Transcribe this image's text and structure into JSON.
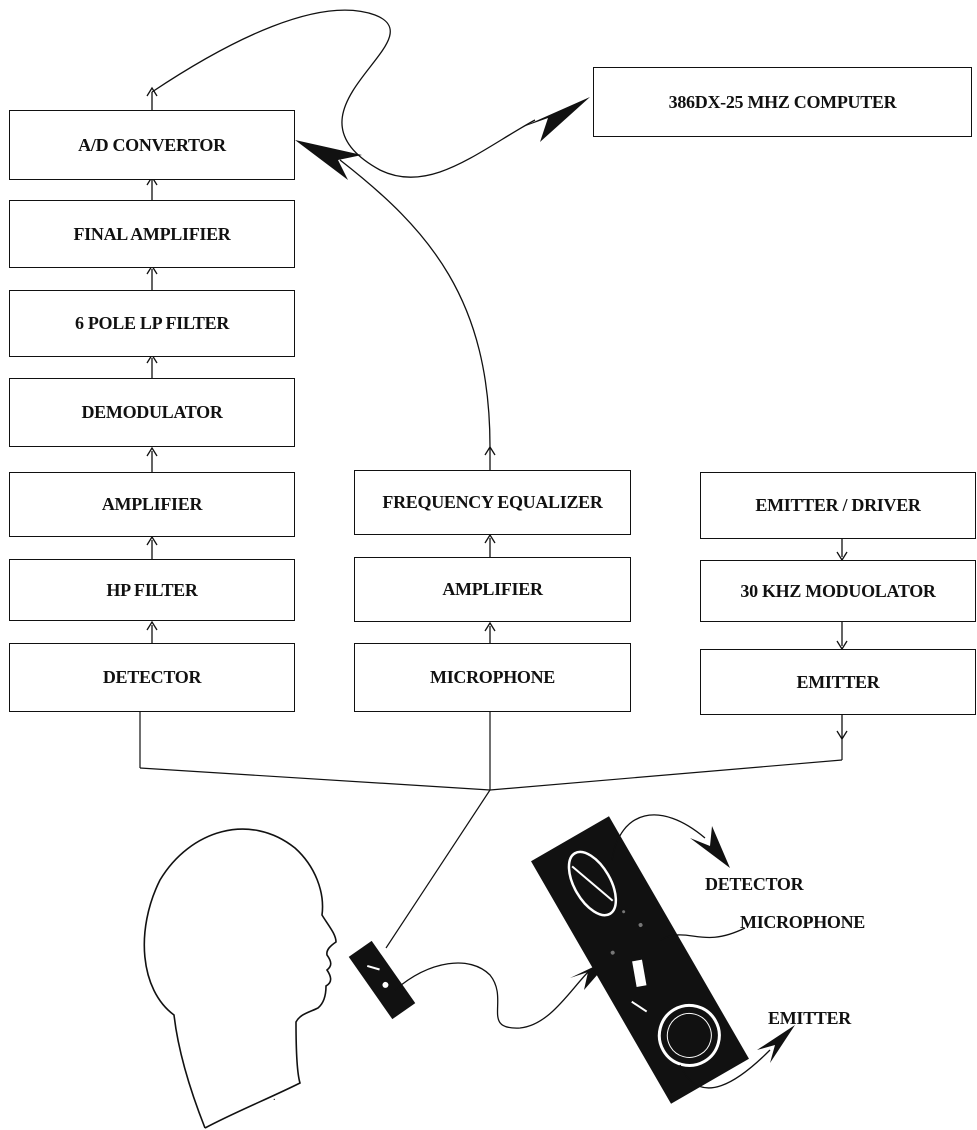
{
  "colors": {
    "ink": "#111111",
    "background": "#ffffff"
  },
  "blocks": {
    "computer": "386DX-25 MHZ COMPUTER",
    "ad_convertor": "A/D CONVERTOR",
    "final_amplifier": "FINAL AMPLIFIER",
    "lp_filter": "6 POLE LP FILTER",
    "demodulator": "DEMODULATOR",
    "amplifier_left": "AMPLIFIER",
    "hp_filter": "HP FILTER",
    "detector": "DETECTOR",
    "frequency_equalizer": "FREQUENCY EQUALIZER",
    "amplifier_mid": "AMPLIFIER",
    "microphone": "MICROPHONE",
    "emitter_driver": "EMITTER / DRIVER",
    "modulator": "30 KHZ MODUOLATOR",
    "emitter": "EMITTER"
  },
  "labels": {
    "detector": "DETECTOR",
    "microphone": "MICROPHONE",
    "emitter": "EMITTER"
  },
  "illustrations": {
    "head": "head-profile-drawing",
    "sensor_small": "sensor-probe",
    "sensor_large": "sensor-probe-closeup"
  }
}
